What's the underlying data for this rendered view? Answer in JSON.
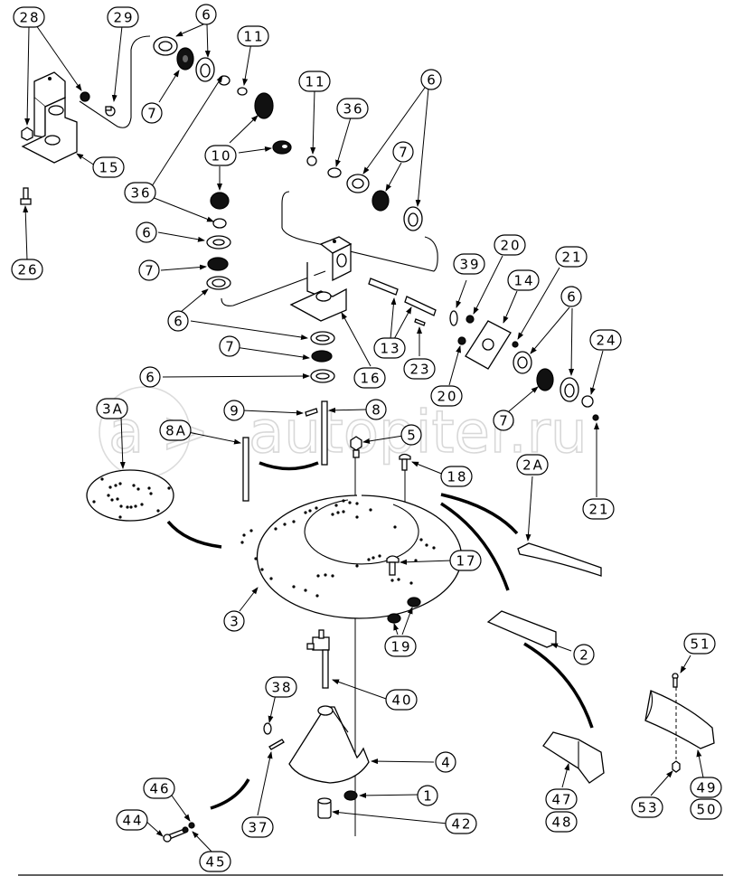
{
  "diagram": {
    "type": "exploded-parts-diagram",
    "watermark": "autopiter.ru",
    "callouts": [
      {
        "id": "c28",
        "label": "28"
      },
      {
        "id": "c29",
        "label": "29"
      },
      {
        "id": "c6a",
        "label": "6"
      },
      {
        "id": "c11a",
        "label": "11"
      },
      {
        "id": "c7a",
        "label": "7"
      },
      {
        "id": "c15",
        "label": "15"
      },
      {
        "id": "c10",
        "label": "10"
      },
      {
        "id": "c11b",
        "label": "11"
      },
      {
        "id": "c36a",
        "label": "36"
      },
      {
        "id": "c6b",
        "label": "6"
      },
      {
        "id": "c7b",
        "label": "7"
      },
      {
        "id": "c36b",
        "label": "36"
      },
      {
        "id": "c26",
        "label": "26"
      },
      {
        "id": "c6c",
        "label": "6"
      },
      {
        "id": "c7c",
        "label": "7"
      },
      {
        "id": "c6d",
        "label": "6"
      },
      {
        "id": "c20a",
        "label": "20"
      },
      {
        "id": "c39",
        "label": "39"
      },
      {
        "id": "c14",
        "label": "14"
      },
      {
        "id": "c21a",
        "label": "21"
      },
      {
        "id": "c6e",
        "label": "6"
      },
      {
        "id": "c24",
        "label": "24"
      },
      {
        "id": "c13",
        "label": "13"
      },
      {
        "id": "c23",
        "label": "23"
      },
      {
        "id": "c16",
        "label": "16"
      },
      {
        "id": "c7d",
        "label": "7"
      },
      {
        "id": "c6f",
        "label": "6"
      },
      {
        "id": "c20b",
        "label": "20"
      },
      {
        "id": "c7e",
        "label": "7"
      },
      {
        "id": "c3A",
        "label": "3A"
      },
      {
        "id": "c9",
        "label": "9"
      },
      {
        "id": "c8",
        "label": "8"
      },
      {
        "id": "c8A",
        "label": "8A"
      },
      {
        "id": "c5",
        "label": "5"
      },
      {
        "id": "c18",
        "label": "18"
      },
      {
        "id": "c2A",
        "label": "2A"
      },
      {
        "id": "c21b",
        "label": "21"
      },
      {
        "id": "c17",
        "label": "17"
      },
      {
        "id": "c3",
        "label": "3"
      },
      {
        "id": "c19",
        "label": "19"
      },
      {
        "id": "c2",
        "label": "2"
      },
      {
        "id": "c51",
        "label": "51"
      },
      {
        "id": "c40",
        "label": "40"
      },
      {
        "id": "c38",
        "label": "38"
      },
      {
        "id": "c4",
        "label": "4"
      },
      {
        "id": "c1",
        "label": "1"
      },
      {
        "id": "c46",
        "label": "46"
      },
      {
        "id": "c47",
        "label": "47"
      },
      {
        "id": "c48",
        "label": "48"
      },
      {
        "id": "c49",
        "label": "49"
      },
      {
        "id": "c50",
        "label": "50"
      },
      {
        "id": "c53",
        "label": "53"
      },
      {
        "id": "c44",
        "label": "44"
      },
      {
        "id": "c42",
        "label": "42"
      },
      {
        "id": "c37",
        "label": "37"
      },
      {
        "id": "c45",
        "label": "45"
      }
    ]
  }
}
